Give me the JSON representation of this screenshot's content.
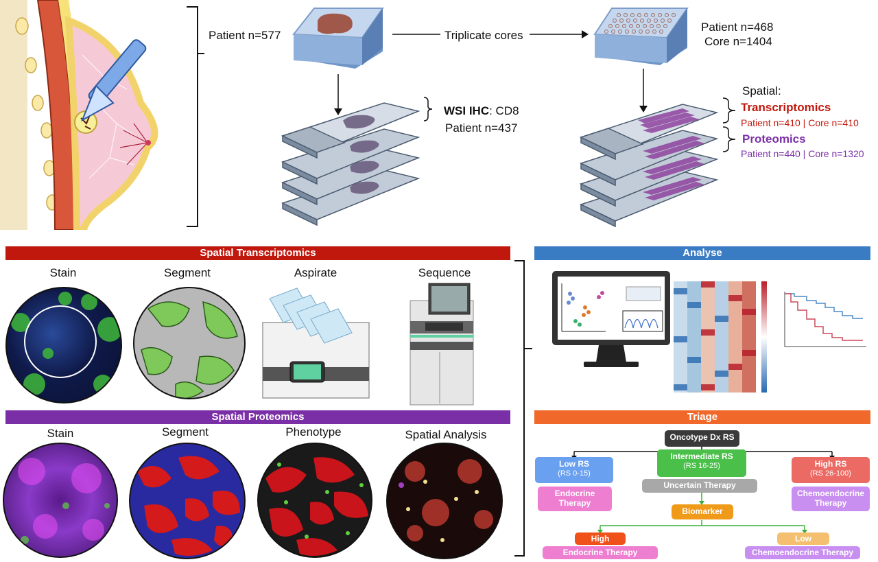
{
  "top": {
    "patient_total": "Patient n=577",
    "triplicate": "Triplicate cores",
    "tma_patient": "Patient n=468",
    "tma_core": "Core n=1404",
    "wsi_bold": "WSI IHC",
    "wsi_rest": ": CD8",
    "wsi_patient": "Patient n=437",
    "spatial": "Spatial:",
    "transcriptomics": "Transcriptomics",
    "transcriptomics_n": "Patient n=410 | Core n=410",
    "proteomics": "Proteomics",
    "proteomics_n": "Patient n=440 | Core n=1320"
  },
  "st": {
    "title": "Spatial Transcriptomics",
    "steps": [
      "Stain",
      "Segment",
      "Aspirate",
      "Sequence"
    ]
  },
  "sp": {
    "title": "Spatial Proteomics",
    "steps": [
      "Stain",
      "Segment",
      "Phenotype",
      "Spatial Analysis"
    ]
  },
  "analyse": {
    "title": "Analyse"
  },
  "triage": {
    "title": "Triage",
    "oncotype": "Oncotype Dx RS",
    "low_rs": "Low RS",
    "low_rs_range": "(RS 0-15)",
    "int_rs": "Intermediate RS",
    "int_rs_range": "(RS 16-25)",
    "high_rs": "High RS",
    "high_rs_range": "(RS 26-100)",
    "endocrine_l1": "Endocrine",
    "endocrine_l2": "Therapy",
    "uncertain": "Uncertain Therapy",
    "chemo_l1": "Chemoendocrine",
    "chemo_l2": "Therapy",
    "biomarker": "Biomarker",
    "high": "High",
    "low": "Low",
    "endocrine_therapy": "Endocrine Therapy",
    "chemo_therapy": "Chemoendocrine Therapy"
  },
  "colors": {
    "st_bar": "#c0180c",
    "sp_bar": "#7b2fa6",
    "analyse_bar": "#3a7cc4",
    "triage_bar": "#f0682a",
    "transcriptomics_text": "#c0180c",
    "proteomics_text": "#7b2fa6"
  }
}
